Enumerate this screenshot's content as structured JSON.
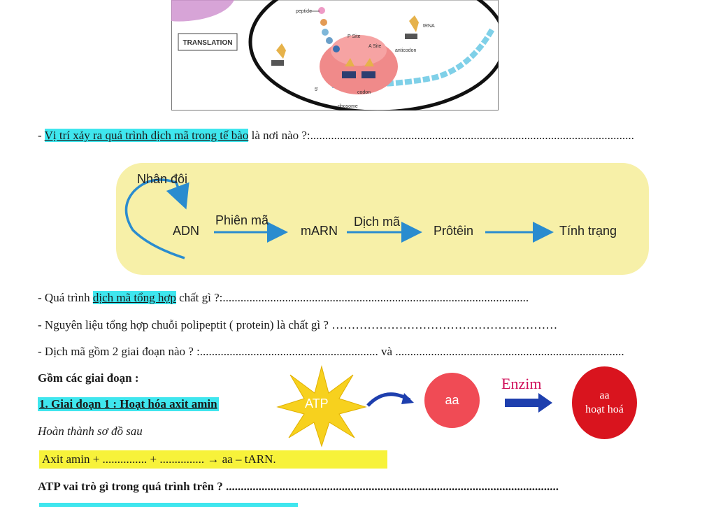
{
  "figure": {
    "translation_label": "TRANSLATION",
    "peptide_label": "peptide",
    "trna_label": "tRNA",
    "psite_label": "P Site",
    "asite_label": "A Site",
    "anticodon_label": "anticodon",
    "codon_label": "codon",
    "ribosome_label": "ribosome",
    "five_prime": "5'"
  },
  "q1": {
    "prefix": "- ",
    "highlight": "Vị trí xảy ra quá trình dịch mã trong tế bào",
    "rest": " là nơi nào ?:............................................................................................................."
  },
  "flow": {
    "nhan_doi": "Nhân đôi",
    "adn": "ADN",
    "phien_ma": "Phiên mã",
    "marn": "mARN",
    "dich_ma": "Dịch mã",
    "protein": "Prôtêin",
    "tinh_trang": "Tính trạng",
    "colors": {
      "arrow": "#2a8ccf",
      "box": "#f7f0a8"
    }
  },
  "q2": {
    "prefix": "- Quá trình ",
    "highlight": "dịch mã tổng hợp",
    "rest": " chất gì ?:......................................................................................................."
  },
  "q3": {
    "text": "- Nguyên liệu tổng hợp chuỗi polipeptit ( protein) là chất gì ? …………………………………………………"
  },
  "q4": {
    "text": "- Dịch mã gồm 2 giai đoạn nào ? :............................................................ và ............................................................................."
  },
  "stages_heading": "Gồm các giai đoạn :",
  "stage1": {
    "title": "1. Giai đoạn 1 : Hoạt hóa axit amin",
    "instruction": "Hoàn thành sơ đồ sau",
    "equation": "Axit amin + ............... + ............... → aa – tARN."
  },
  "activation": {
    "atp": "ATP",
    "aa": "aa",
    "enzim": "Enzim",
    "aa_active_line1": "aa",
    "aa_active_line2": "hoạt hoá",
    "colors": {
      "star": "#f7d11e",
      "aa": "#f04b55",
      "aa_active": "#d9141e",
      "arrow": "#1e3fae",
      "enzim": "#d0105a"
    }
  },
  "q5": {
    "text": "ATP vai trò gì trong quá trình trên ? ................................................................................................................"
  }
}
